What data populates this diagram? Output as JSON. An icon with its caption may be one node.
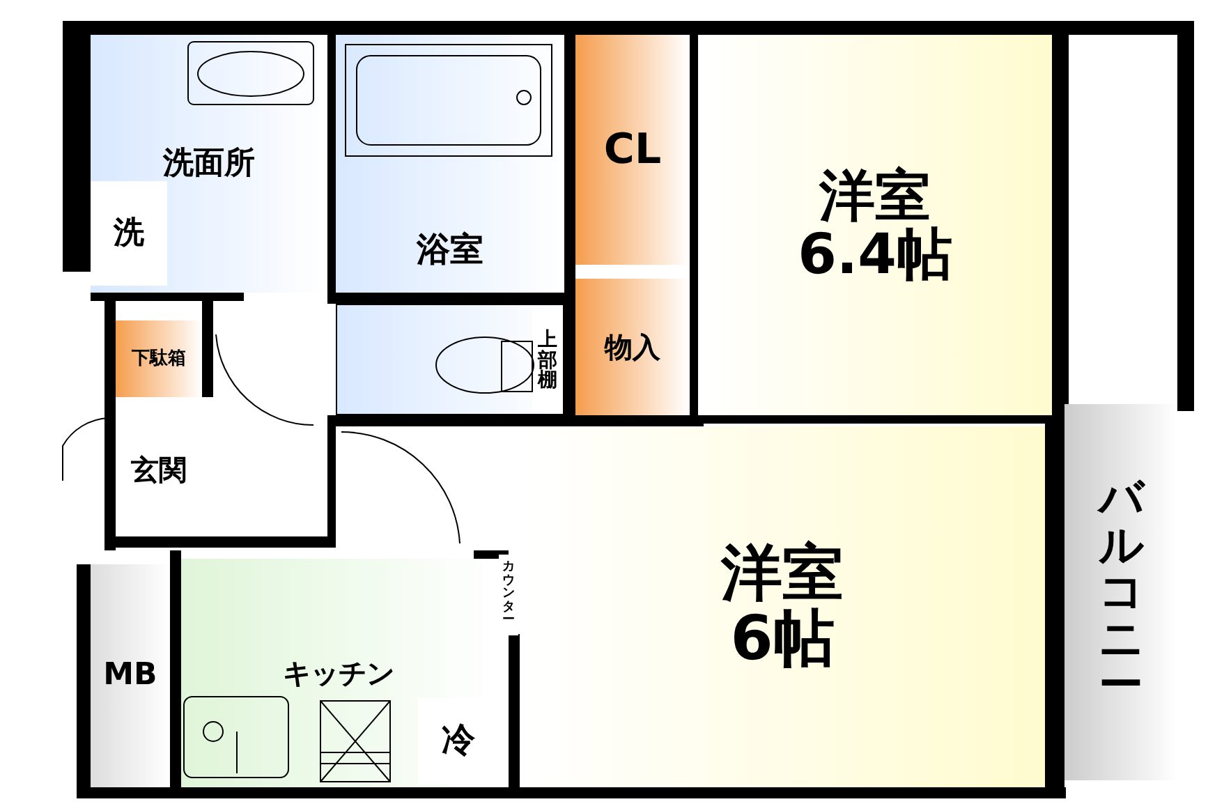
{
  "diagram": {
    "nodes": [
      {
        "text": [
          "洗面所"
        ]
      },
      {
        "text": [
          "洗"
        ],
        "in": 0
      },
      {
        "text": [
          "浴室"
        ]
      },
      {
        "text": [
          "CL"
        ]
      },
      {
        "text": [
          "洋室",
          "6.4帖"
        ]
      },
      {
        "text": [
          "下駄箱"
        ]
      },
      {
        "text": [],
        "shape": "box"
      },
      {
        "text": [
          "上部棚"
        ],
        "in": 6
      },
      {
        "text": [
          "物入"
        ]
      },
      {
        "text": [
          "玄関"
        ]
      },
      {
        "text": [
          "MB"
        ]
      },
      {
        "text": [
          "キッチン"
        ]
      },
      {
        "text": [
          "カウンター"
        ]
      },
      {
        "text": [
          "冷"
        ],
        "in": 11
      },
      {
        "text": [
          "洋室",
          "6帖"
        ]
      },
      {
        "text": [
          "バルコニー"
        ]
      }
    ],
    "edges": []
  }
}
